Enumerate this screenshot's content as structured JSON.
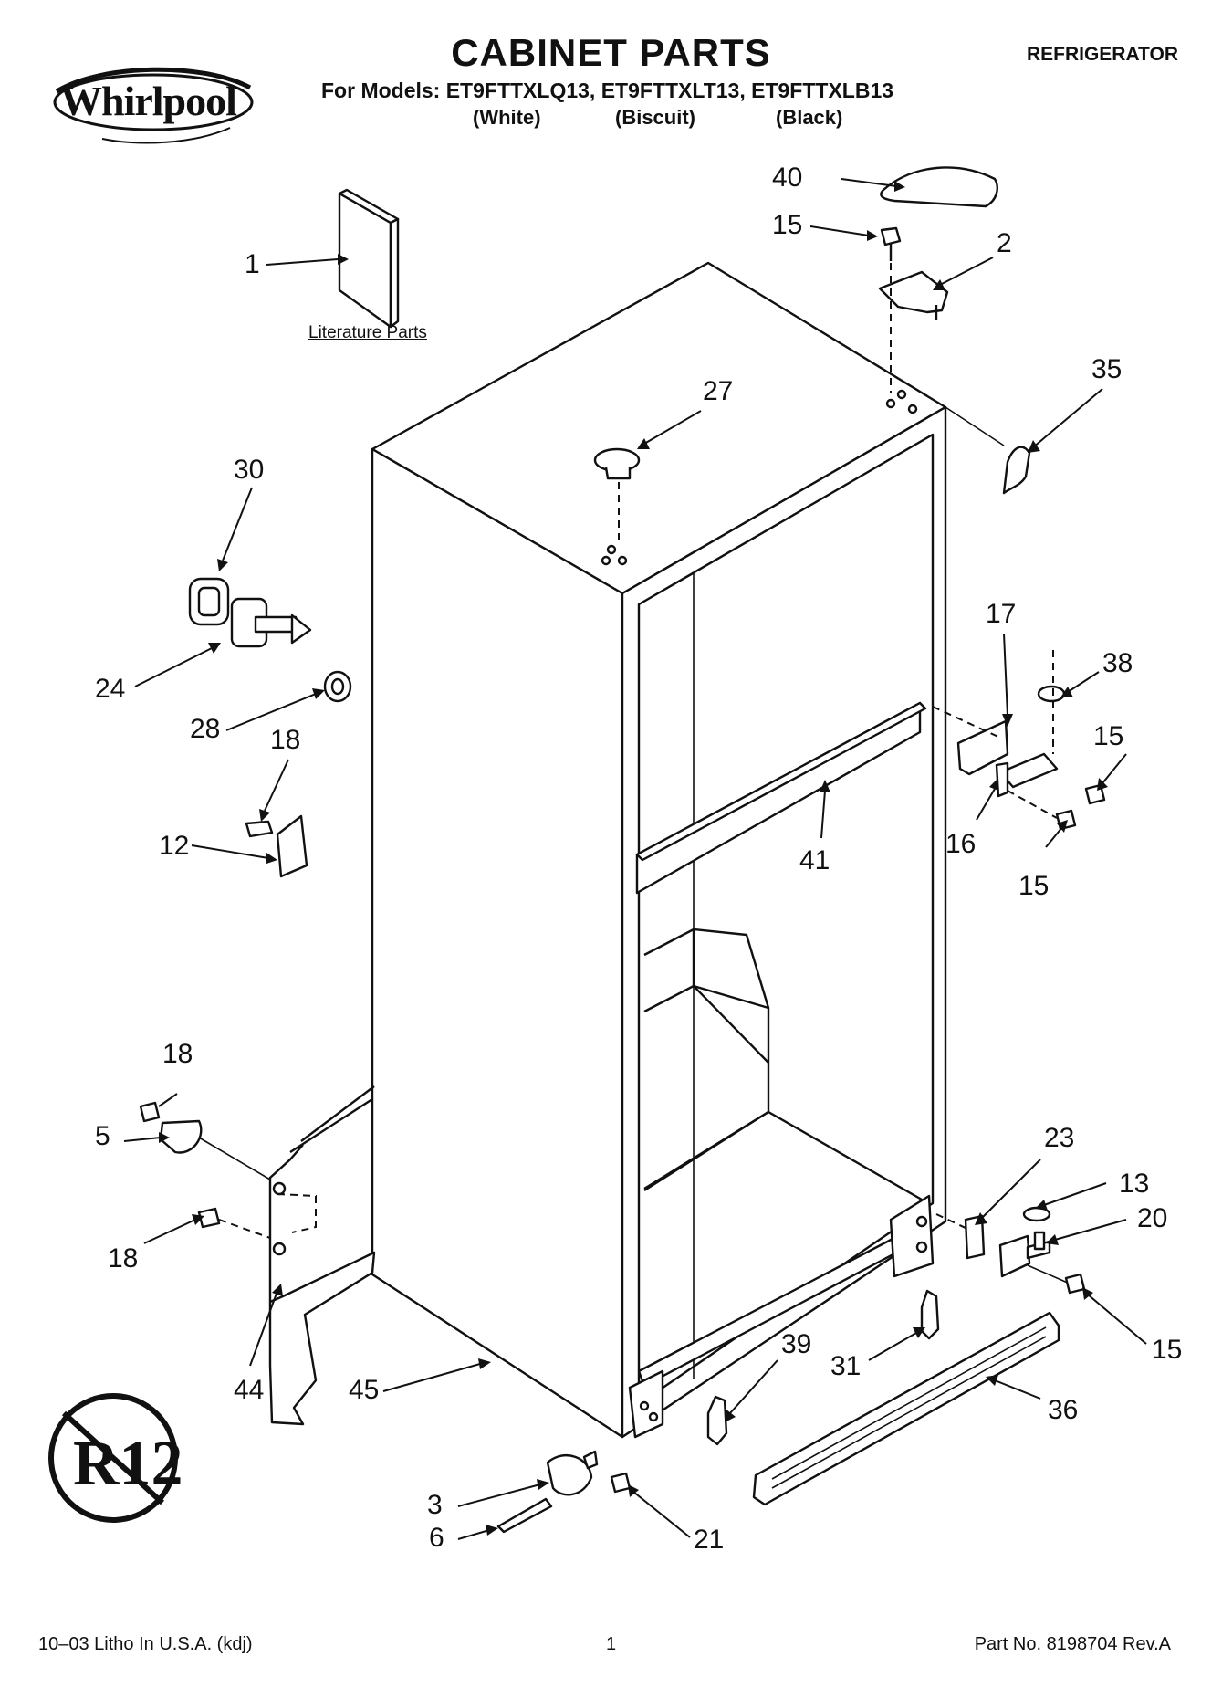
{
  "header": {
    "brand": "Whirlpool",
    "title": "CABINET PARTS",
    "category": "REFRIGERATOR",
    "models": "For Models: ET9FTTXLQ13, ET9FTTXLT13, ET9FTTXLB13",
    "variants": [
      "(White)",
      "(Biscuit)",
      "(Black)"
    ]
  },
  "literature_caption": "Literature Parts",
  "callouts": [
    "1",
    "40",
    "15",
    "2",
    "35",
    "27",
    "30",
    "24",
    "28",
    "18",
    "12",
    "17",
    "38",
    "15",
    "16",
    "15",
    "41",
    "18",
    "5",
    "18",
    "44",
    "45",
    "23",
    "13",
    "20",
    "15",
    "39",
    "31",
    "36",
    "3",
    "6",
    "21"
  ],
  "footer": {
    "left": "10–03 Litho In U.S.A. (kdj)",
    "page": "1",
    "right": "Part No. 8198704 Rev.A"
  }
}
